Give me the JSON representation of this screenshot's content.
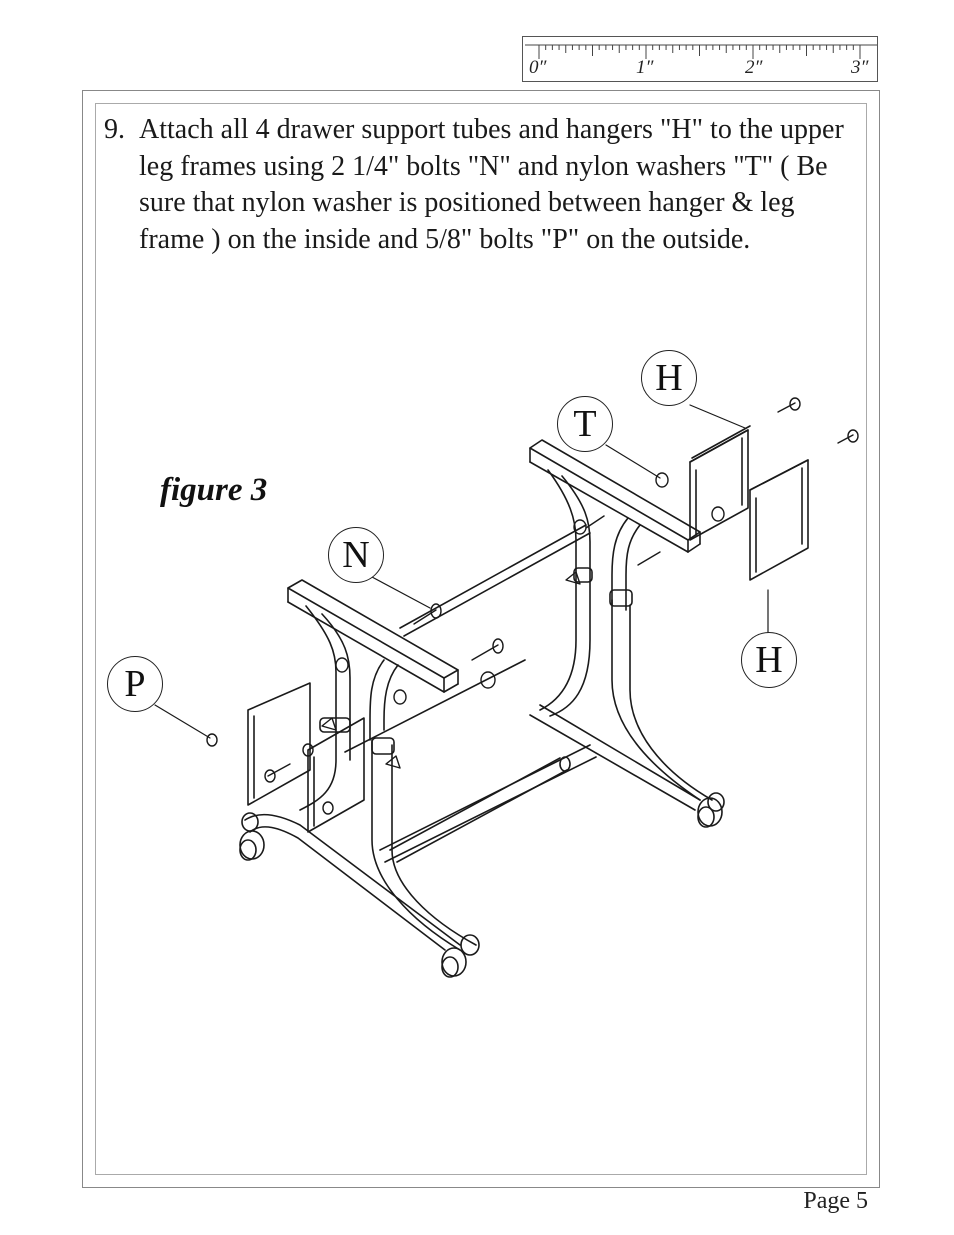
{
  "ruler": {
    "labels": [
      "0″",
      "1″",
      "2″",
      "3″"
    ]
  },
  "instruction": {
    "number": "9.",
    "text": "Attach all 4 drawer support tubes and hangers \"H\" to the upper leg frames using 2 1/4\" bolts \"N\" and nylon washers \"T\" ( Be sure that nylon washer is positioned between hanger & leg frame ) on the inside and 5/8\" bolts \"P\" on the outside."
  },
  "figure": {
    "label": "figure 3",
    "callouts": {
      "h_top": "H",
      "t": "T",
      "n": "N",
      "p": "P",
      "h_right": "H"
    }
  },
  "footer": {
    "page": "Page 5"
  }
}
